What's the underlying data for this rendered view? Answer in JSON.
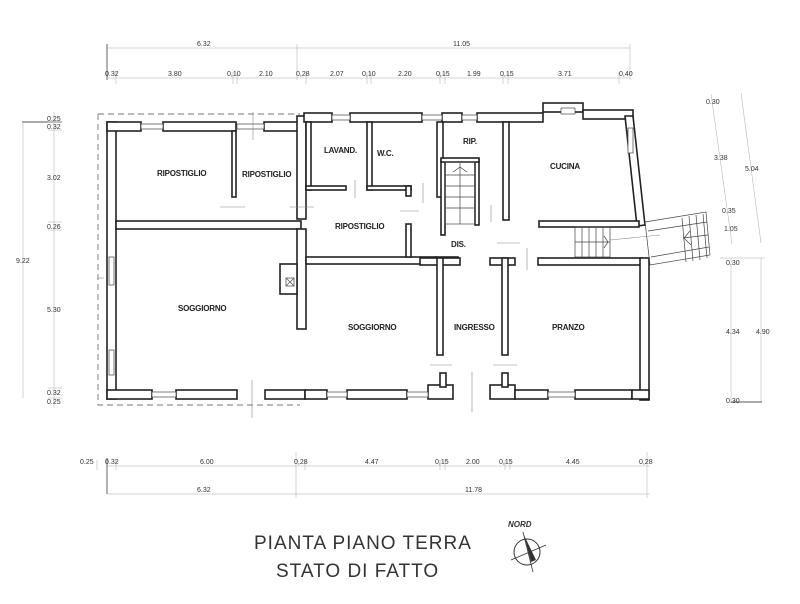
{
  "title": {
    "line1": "PIANTA PIANO TERRA",
    "line2": "STATO DI FATTO"
  },
  "north": {
    "label": "NORD",
    "icon": "north-arrow-icon"
  },
  "rooms": [
    {
      "id": "ripostiglio-1",
      "label": "RIPOSTIGLIO"
    },
    {
      "id": "ripostiglio-2",
      "label": "RIPOSTIGLIO"
    },
    {
      "id": "lavanderia",
      "label": "LAVAND."
    },
    {
      "id": "wc",
      "label": "W.C."
    },
    {
      "id": "rip",
      "label": "RIP."
    },
    {
      "id": "cucina",
      "label": "CUCINA"
    },
    {
      "id": "ripostiglio-3",
      "label": "RIPOSTIGLIO"
    },
    {
      "id": "dis",
      "label": "DIS."
    },
    {
      "id": "soggiorno-1",
      "label": "SOGGIORNO"
    },
    {
      "id": "soggiorno-2",
      "label": "SOGGIORNO"
    },
    {
      "id": "ingresso",
      "label": "INGRESSO"
    },
    {
      "id": "pranzo",
      "label": "PRANZO"
    }
  ],
  "dimensions": {
    "top_overall": [
      "6.32",
      "11.05"
    ],
    "top_partial": [
      "0.32",
      "3.80",
      "0,10",
      "2.10",
      "0,28",
      "2.07",
      "0,10",
      "2.20",
      "0,15",
      "1.99",
      "0,15",
      "3.71",
      "0,40"
    ],
    "left_partial": [
      "0.25",
      "0.32",
      "3.02",
      "0.26",
      "5.30",
      "0.32",
      "0.25"
    ],
    "left_overall": "9.22",
    "right_upper": [
      "0.30",
      "3.38",
      "5.04",
      "0.35",
      "1.05"
    ],
    "right_lower": [
      "0.30",
      "4.34",
      "4.90",
      "0.30"
    ],
    "bottom_partial": [
      "0.25",
      "0.32",
      "6.00",
      "0,28",
      "4.47",
      "0,15",
      "2.00",
      "0,15",
      "4.45",
      "0,28"
    ],
    "bottom_overall": [
      "6.32",
      "11.78"
    ]
  }
}
